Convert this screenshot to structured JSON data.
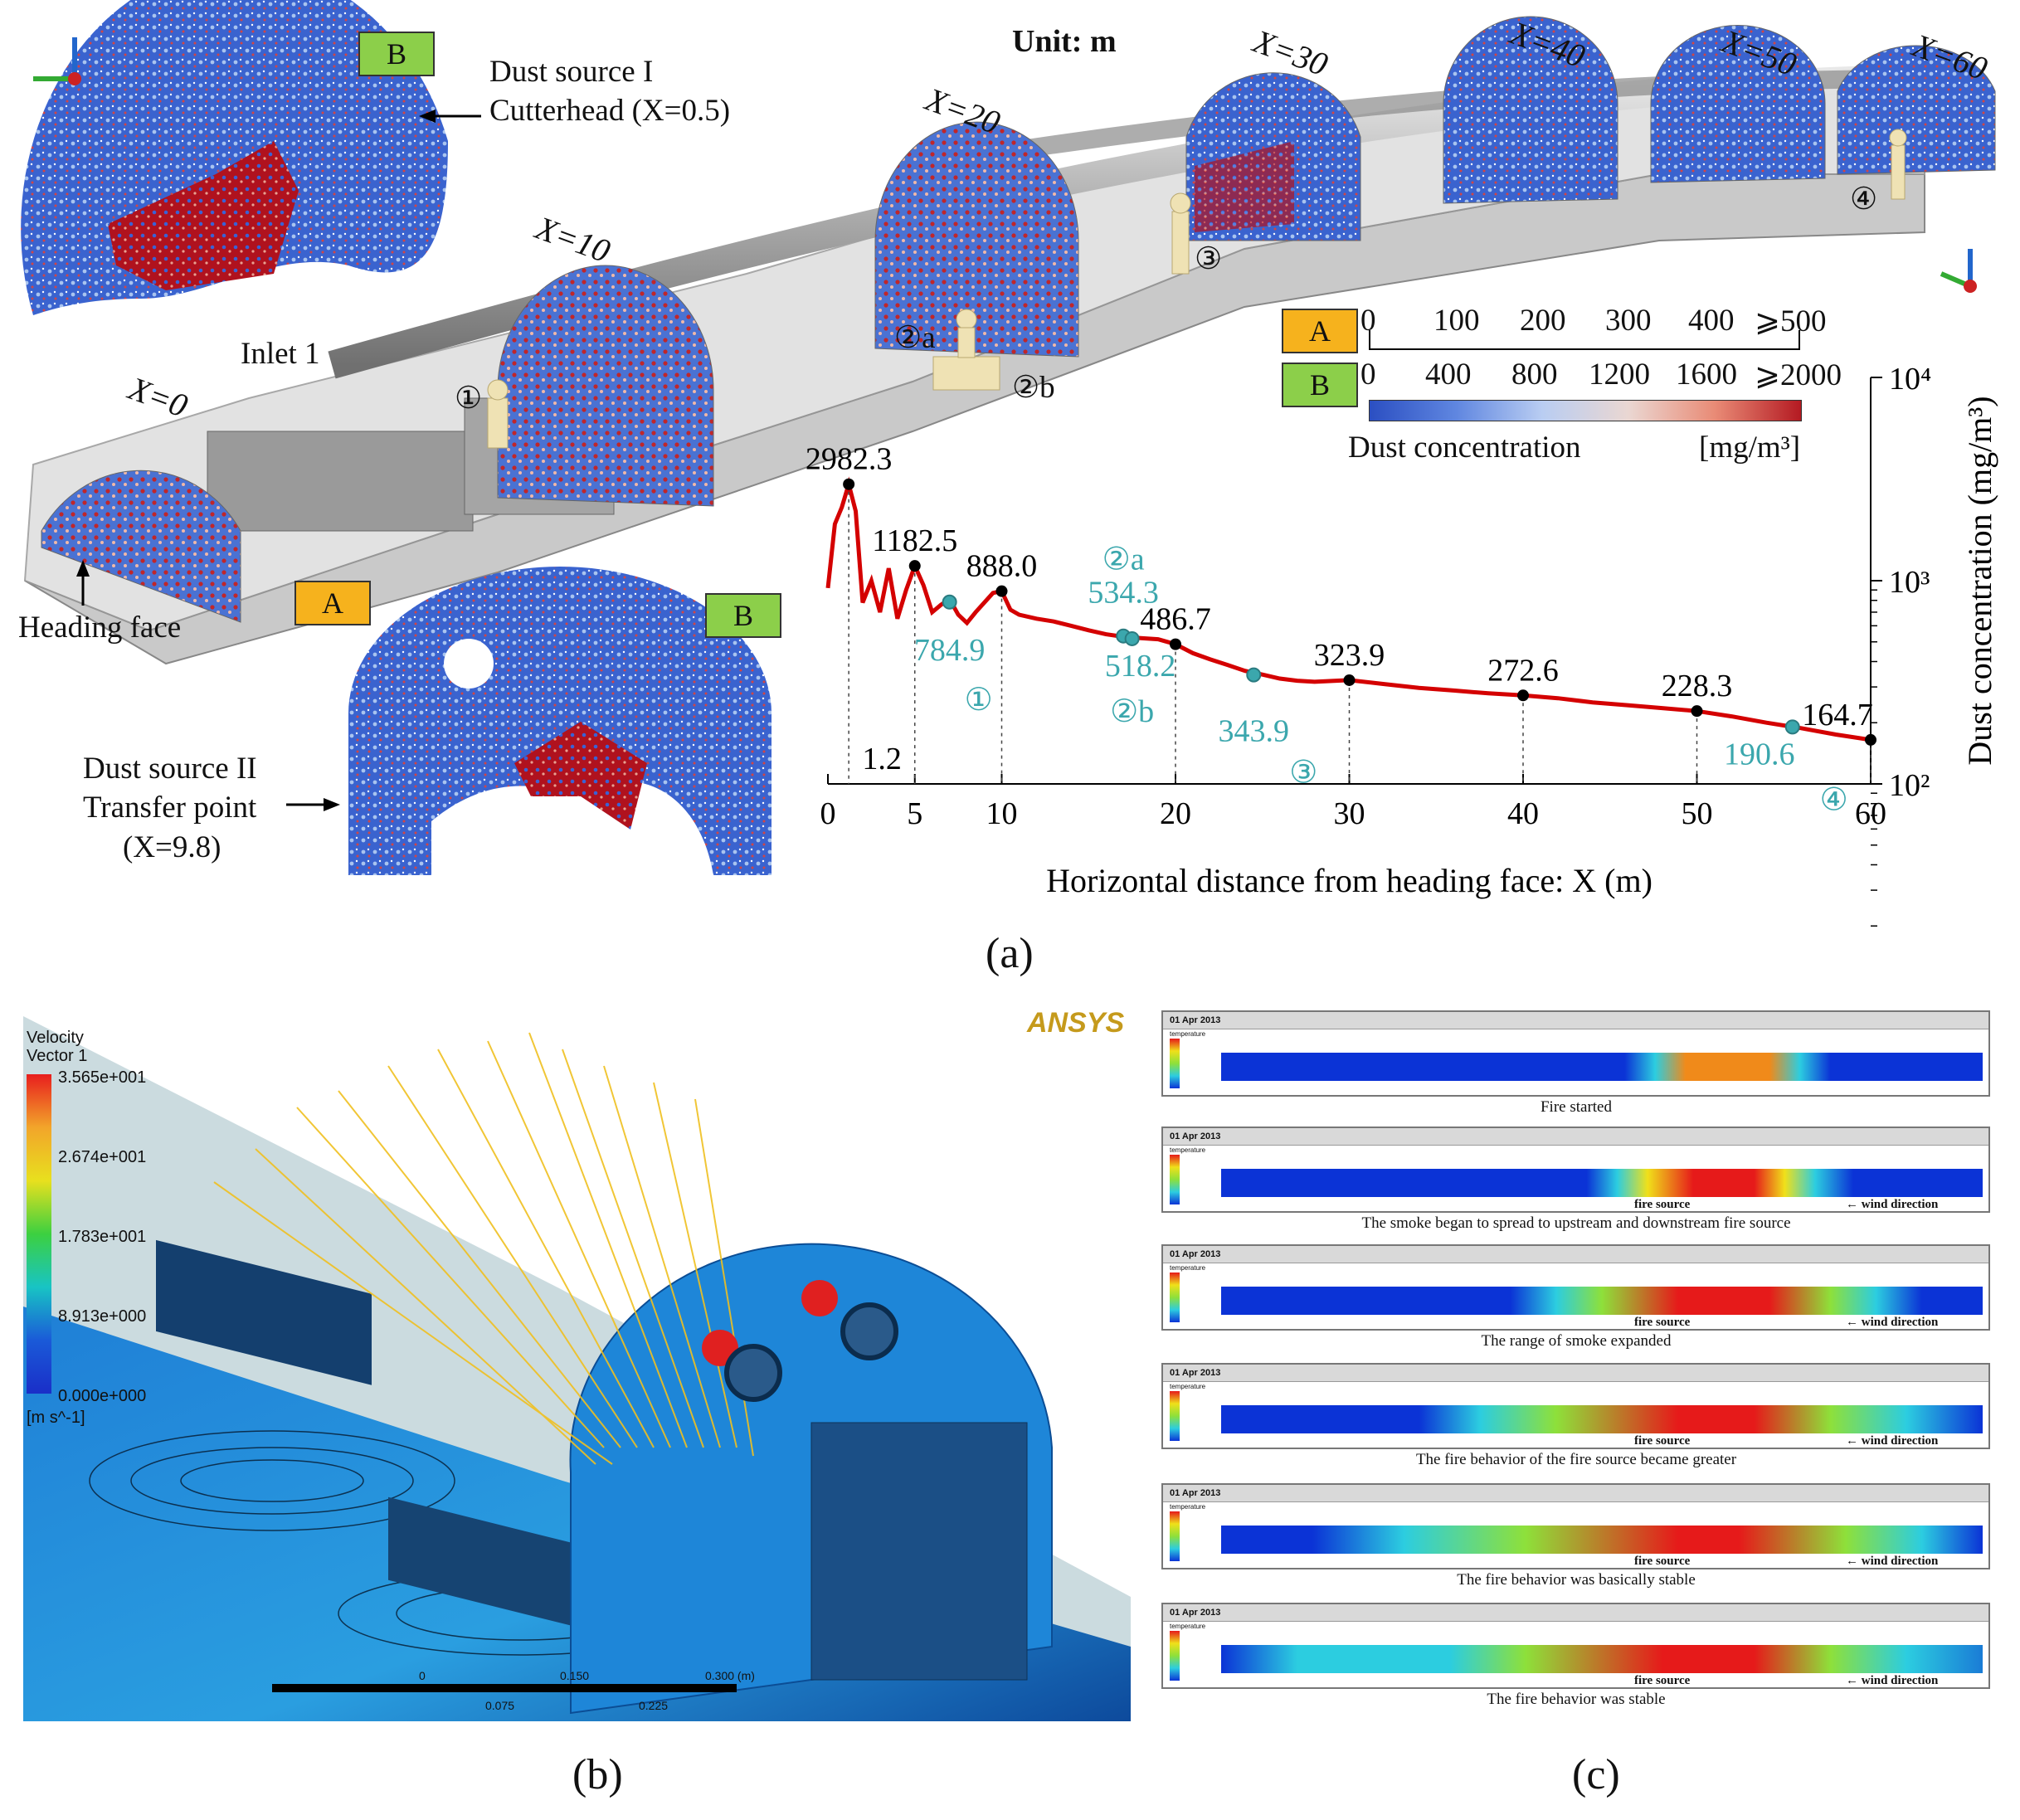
{
  "panel_a": {
    "unit": "Unit: m",
    "section_labels": [
      "X=0",
      "X=10",
      "X=20",
      "X=30",
      "X=40",
      "X=50",
      "X=60"
    ],
    "badge_a": "A",
    "badge_b": "B",
    "dust_source_1": [
      "Dust source I",
      "Cutterhead (X=0.5)"
    ],
    "dust_source_2": [
      "Dust source II",
      "Transfer point",
      "(X=9.8)"
    ],
    "inlet": "Inlet 1",
    "heading_face": "Heading face",
    "markers": [
      "①",
      "②a",
      "②b",
      "③",
      "④"
    ],
    "colorbar_a_ticks": [
      "0",
      "100",
      "200",
      "300",
      "400",
      "⩾500"
    ],
    "colorbar_b_ticks": [
      "0",
      "400",
      "800",
      "1200",
      "1600",
      "⩾2000"
    ],
    "colorbar_title": "Dust concentration",
    "colorbar_unit": "[mg/m³]"
  },
  "chart_data": {
    "type": "line",
    "title": "",
    "xlabel": "Horizontal distance from heading face: X (m)",
    "ylabel": "Dust concentration (mg/m³)",
    "xlim": [
      0,
      60
    ],
    "ylim": [
      100,
      10000
    ],
    "yscale": "log",
    "x_ticks": [
      "0",
      "5",
      "10",
      "20",
      "30",
      "40",
      "50",
      "60"
    ],
    "y_ticks": [
      "10²",
      "10³",
      "10⁴"
    ],
    "series": [
      {
        "x": [
          0,
          0.4,
          0.8,
          1.2,
          1.6,
          2.0,
          2.5,
          3.0,
          3.5,
          4.0,
          4.5,
          5.0,
          5.5,
          6.0,
          6.5,
          7.0,
          7.5,
          8.0,
          8.5,
          9.0,
          9.5,
          10,
          10.5,
          11,
          12,
          13,
          14,
          15,
          16,
          17,
          18,
          19,
          20,
          21,
          22,
          23,
          24,
          25,
          26,
          27,
          28,
          29,
          30,
          32,
          34,
          36,
          38,
          40,
          42,
          44,
          46,
          48,
          50,
          52,
          54,
          56,
          58,
          60
        ],
        "y": [
          920,
          1900,
          2300,
          2982.3,
          2200,
          780,
          1000,
          700,
          1150,
          650,
          900,
          1182.5,
          950,
          700,
          760,
          810,
          680,
          620,
          700,
          780,
          870,
          888,
          720,
          680,
          650,
          630,
          600,
          570,
          545,
          530,
          522,
          515,
          486.7,
          440,
          410,
          385,
          360,
          345,
          330,
          322,
          318,
          321,
          323.9,
          310,
          297,
          288,
          279,
          272.6,
          264,
          252,
          244,
          236,
          228.3,
          215,
          200,
          188,
          175,
          164.7
        ]
      }
    ],
    "labeled_points": [
      {
        "x": 1.2,
        "y": 2982.3,
        "label": "2982.3"
      },
      {
        "x": 5,
        "y": 1182.5,
        "label": "1182.5"
      },
      {
        "x": 10,
        "y": 888.0,
        "label": "888.0"
      },
      {
        "x": 20,
        "y": 486.7,
        "label": "486.7"
      },
      {
        "x": 30,
        "y": 323.9,
        "label": "323.9"
      },
      {
        "x": 40,
        "y": 272.6,
        "label": "272.6"
      },
      {
        "x": 50,
        "y": 228.3,
        "label": "228.3"
      },
      {
        "x": 60,
        "y": 164.7,
        "label": "164.7"
      }
    ],
    "worker_points": [
      {
        "x": 7,
        "y": 784.9,
        "label": "784.9",
        "marker": "①"
      },
      {
        "x": 17,
        "y": 534.3,
        "label": "534.3",
        "marker": "②a"
      },
      {
        "x": 17.5,
        "y": 518.2,
        "label": "518.2",
        "marker": "②b"
      },
      {
        "x": 24.5,
        "y": 343.9,
        "label": "343.9",
        "marker": "③"
      },
      {
        "x": 55.5,
        "y": 190.6,
        "label": "190.6",
        "marker": "④"
      }
    ],
    "x_annotation": "1.2"
  },
  "panel_b": {
    "legend_title": [
      "Velocity",
      "Vector 1"
    ],
    "legend_ticks": [
      "3.565e+001",
      "2.674e+001",
      "1.783e+001",
      "8.913e+000",
      "0.000e+000"
    ],
    "legend_unit": "[m s^-1]",
    "brand": "ANSYS",
    "scale_ticks": [
      "0",
      "0.150",
      "0.300 (m)"
    ],
    "scale_subticks": [
      "0.075",
      "0.225"
    ]
  },
  "panel_c": {
    "strip_date": "01 Apr 2013",
    "legend_title": "temperature",
    "fire_label": "fire source",
    "wind_label": "wind direction",
    "captions": [
      "Fire started",
      "The smoke began to spread to upstream and downstream fire source",
      "The range of smoke expanded",
      "The fire behavior of the fire source became greater",
      "The fire behavior was basically stable",
      "The fire behavior was stable"
    ]
  },
  "captions": {
    "a": "(a)",
    "b": "(b)",
    "c": "(c)"
  },
  "colors": {
    "line": "#d40000",
    "worker": "#3ba7ad",
    "high": "#b0001a",
    "low": "#2e56c9"
  }
}
